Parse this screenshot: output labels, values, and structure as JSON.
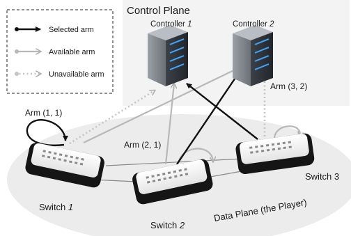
{
  "control_plane": {
    "title": "Control Plane",
    "controller_1": {
      "prefix": "Controller ",
      "number": "1"
    },
    "controller_2": {
      "prefix": "Controller ",
      "number": "2"
    }
  },
  "legend": {
    "selected": "Selected arm",
    "available": "Available arm",
    "unavailable": "Unavailable arm"
  },
  "arm_labels": {
    "arm_1_1": "Arm (1, 1)",
    "arm_2_1": "Arm (2, 1)",
    "arm_3_2": "Arm (3, 2)"
  },
  "switches": {
    "switch_1": {
      "prefix": "Switch ",
      "number": "1"
    },
    "switch_2": {
      "prefix": "Switch ",
      "number": "2"
    },
    "switch_3": {
      "prefix": "Switch ",
      "number": "3"
    }
  },
  "data_plane_label": "Data Plane (the Player)",
  "colors": {
    "selected": "#111111",
    "available": "#b8b8b8",
    "unavailable": "#c4c4c4",
    "control_plane_bg": "#f3f3f3",
    "data_plane_bg": "#ececec"
  }
}
